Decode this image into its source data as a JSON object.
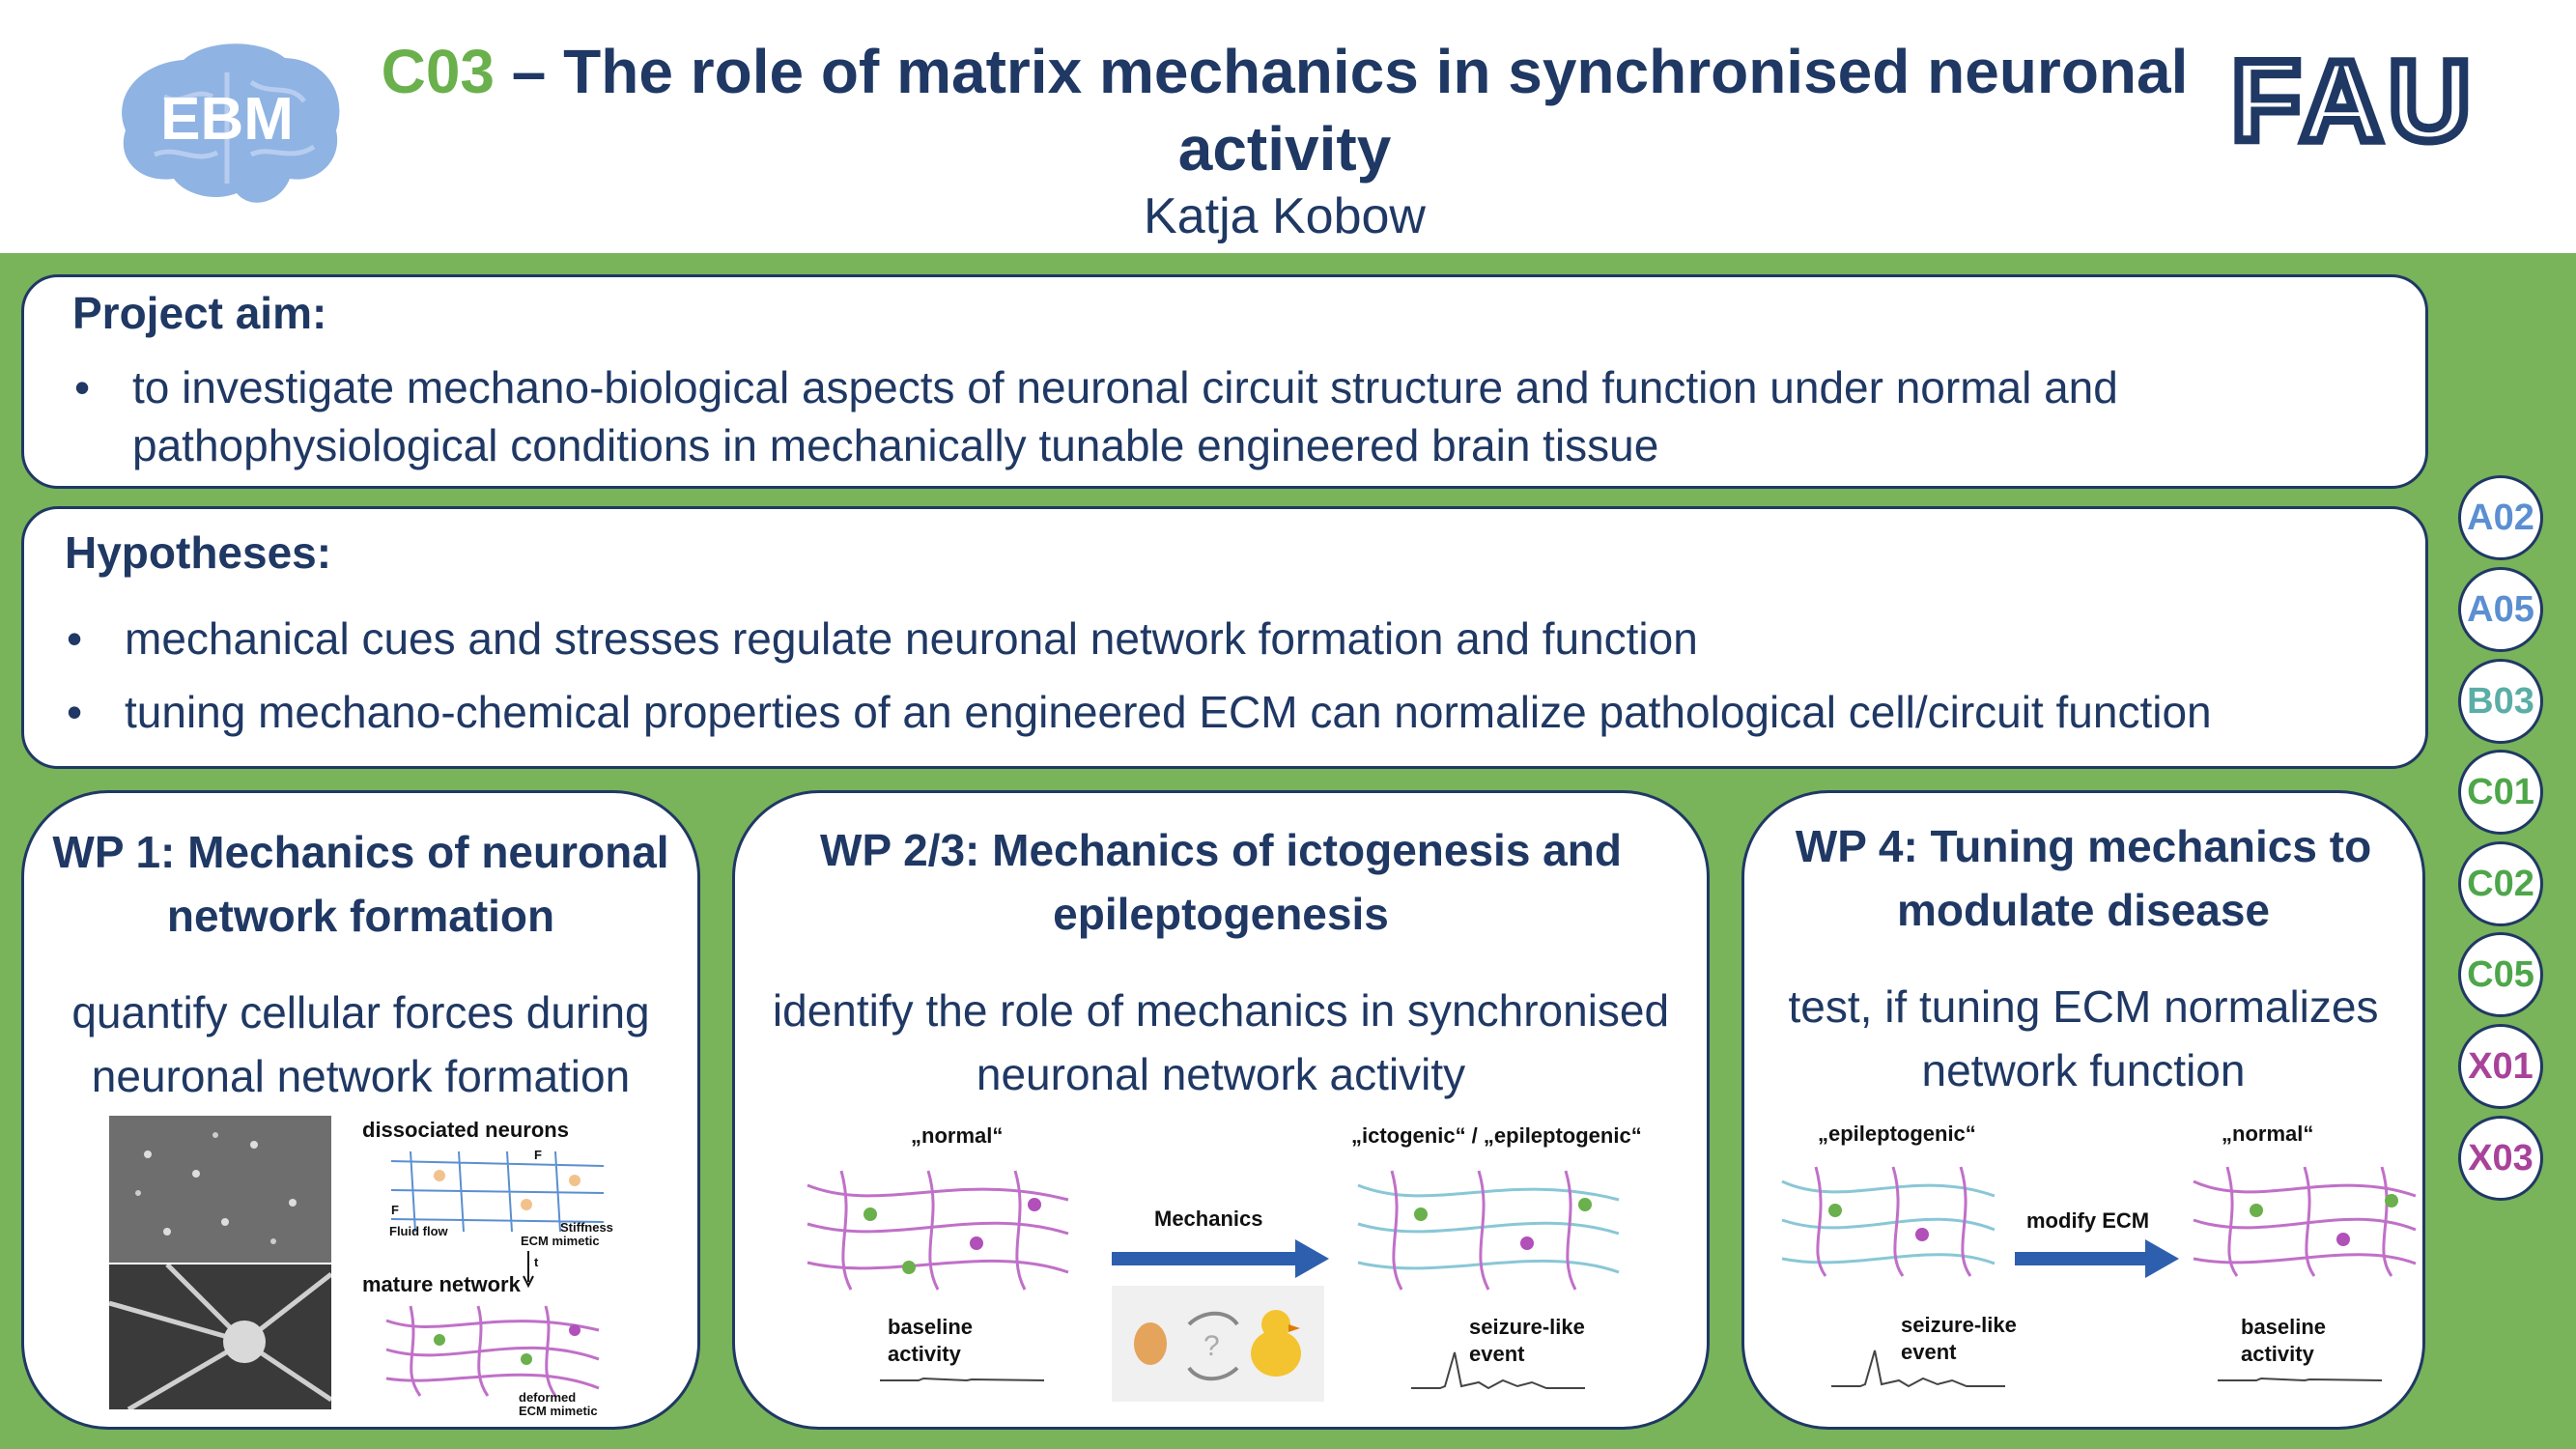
{
  "header": {
    "logo_left": "EBM",
    "logo_right": "FAU",
    "title_code": "C03",
    "title_rest": " – The role of matrix mechanics in synchronised neuronal activity",
    "author": "Katja Kobow"
  },
  "aim": {
    "heading": "Project aim:",
    "bullets": [
      "to investigate mechano-biological aspects of neuronal circuit structure and function under normal and pathophysiological conditions in mechanically tunable engineered brain tissue"
    ]
  },
  "hypotheses": {
    "heading": "Hypotheses:",
    "bullets": [
      "mechanical cues and stresses regulate neuronal network formation and function",
      "tuning mechano-chemical properties of an engineered ECM can normalize pathological cell/circuit function"
    ]
  },
  "wp1": {
    "heading": "WP 1: Mechanics of neuronal network formation",
    "text": "quantify cellular forces during neuronal network formation",
    "labels": {
      "dissociated": "dissociated neurons",
      "mature": "mature network",
      "ecm_mimetic": "ECM mimetic",
      "deformed": "deformed",
      "deformed_ecm": "ECM mimetic",
      "fluid_flow": "Fluid flow",
      "stiffness": "Stiffness",
      "f": "F",
      "t": "t"
    }
  },
  "wp2": {
    "heading": "WP 2/3: Mechanics of ictogenesis and epileptogenesis",
    "text": "identify the role of mechanics in synchronised neuronal network activity",
    "labels": {
      "normal": "„normal“",
      "ictogenic": "„ictogenic“ / „epileptogenic“",
      "mechanics": "Mechanics",
      "baseline1": "baseline",
      "baseline2": "activity",
      "seizure1": "seizure-like",
      "seizure2": "event",
      "question": "?"
    }
  },
  "wp4": {
    "heading": "WP 4: Tuning mechanics to modulate disease",
    "text": "test, if tuning ECM normalizes network function",
    "labels": {
      "epileptogenic": "„epileptogenic“",
      "normal": "„normal“",
      "modify": "modify ECM",
      "seizure1": "seizure-like",
      "seizure2": "event",
      "baseline1": "baseline",
      "baseline2": "activity"
    }
  },
  "projects": [
    {
      "code": "A02",
      "color": "#5b8fd1"
    },
    {
      "code": "A05",
      "color": "#5b8fd1"
    },
    {
      "code": "B03",
      "color": "#5aaea6"
    },
    {
      "code": "C01",
      "color": "#4ea64a"
    },
    {
      "code": "C02",
      "color": "#4ea64a"
    },
    {
      "code": "C05",
      "color": "#4ea64a"
    },
    {
      "code": "X01",
      "color": "#a8429a"
    },
    {
      "code": "X03",
      "color": "#a8429a"
    }
  ]
}
